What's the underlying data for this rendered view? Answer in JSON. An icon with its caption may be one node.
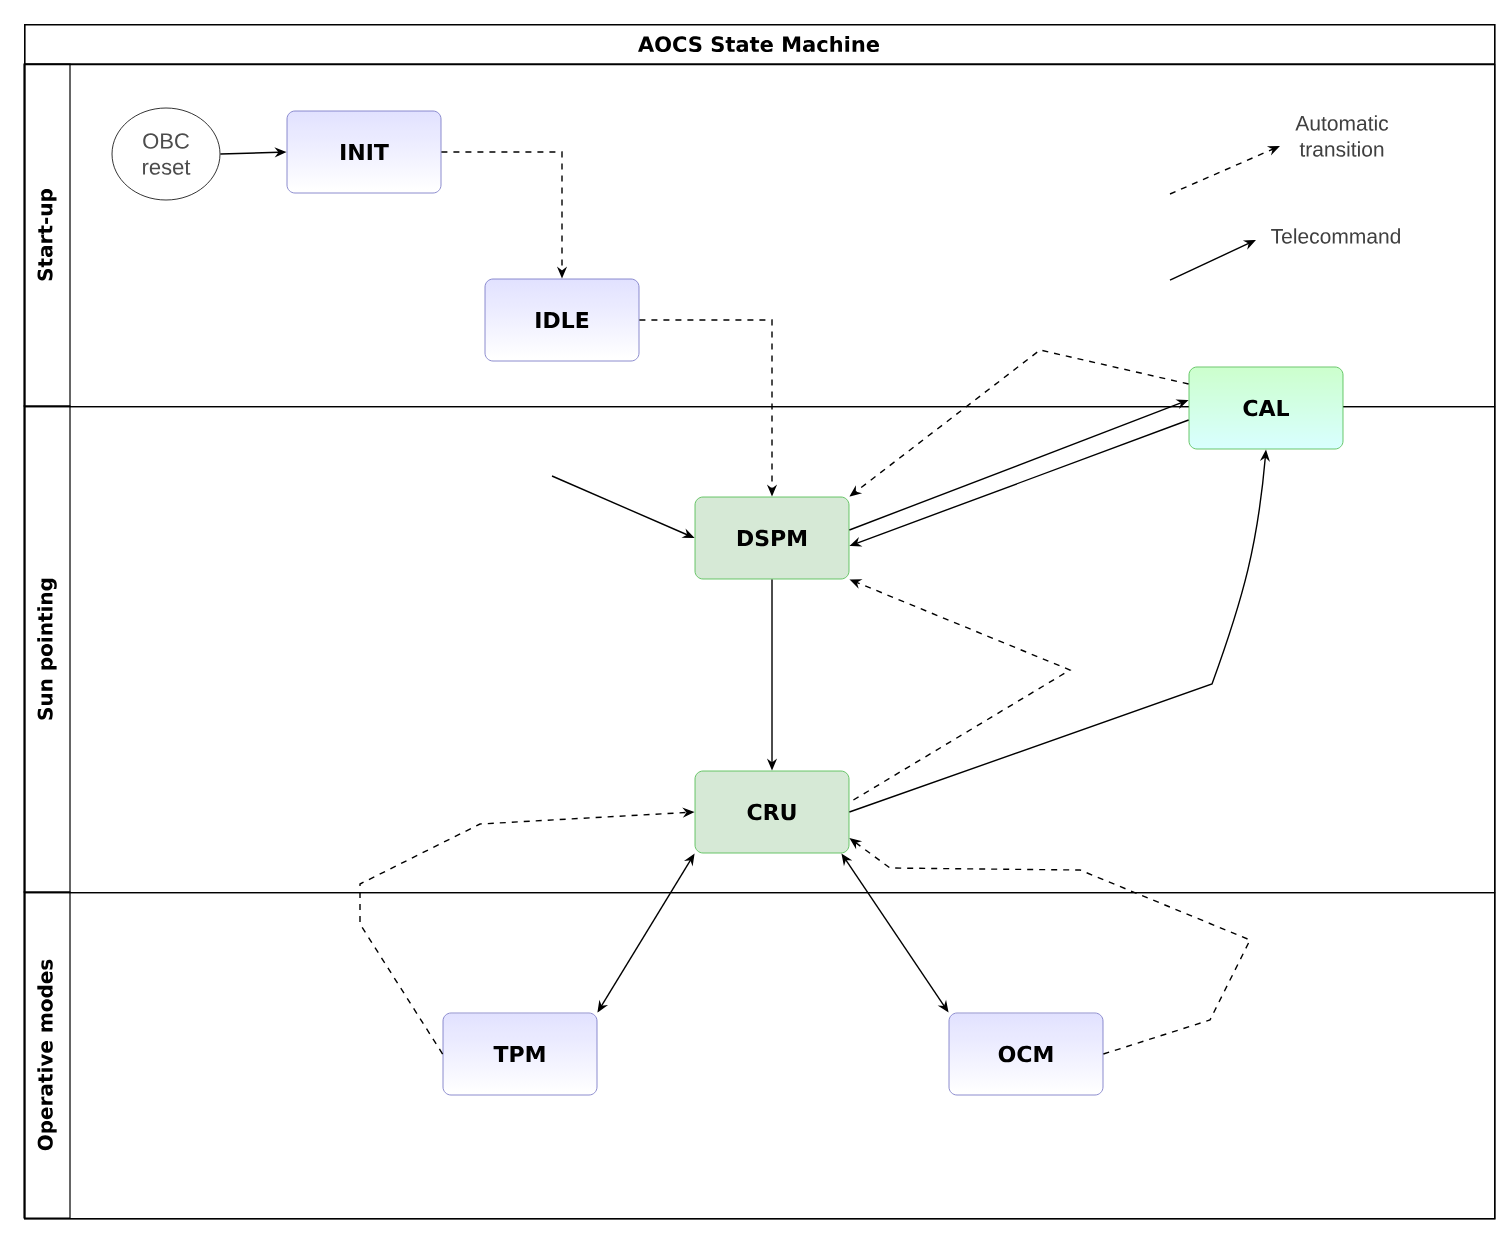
{
  "diagram": {
    "nodes": [
      {
        "text": [
          "AOCS State Machine"
        ]
      },
      {
        "text": [
          "Start-up"
        ],
        "in": 0
      },
      {
        "text": [
          "OBC reset"
        ],
        "in": 1
      },
      {
        "text": [
          "INIT"
        ],
        "in": 1
      },
      {
        "text": [
          "IDLE"
        ],
        "in": 1
      },
      {
        "text": [
          "Sun pointing"
        ],
        "in": 0
      },
      {
        "text": [
          "DSPM"
        ],
        "in": 5
      },
      {
        "text": [
          "CRU"
        ],
        "in": 5
      },
      {
        "text": [
          "CAL"
        ],
        "in": 0
      },
      {
        "text": [
          "Operative modes"
        ],
        "in": 0
      },
      {
        "text": [
          "TPM"
        ],
        "in": 9
      },
      {
        "text": [
          "OCM"
        ],
        "in": 9
      }
    ],
    "edges": [
      {
        "from": 2,
        "to": 3,
        "arrow": "to"
      },
      {
        "from": 3,
        "to": 4,
        "arrow": "to",
        "style": "dashed"
      },
      {
        "from": 4,
        "to": 6,
        "arrow": "to",
        "style": "dashed"
      },
      {
        "from": null,
        "to": 6,
        "arrow": "to"
      },
      {
        "from": 6,
        "to": 8,
        "arrow": "to"
      },
      {
        "from": 8,
        "to": 6,
        "arrow": "to"
      },
      {
        "from": 8,
        "to": 6,
        "arrow": "to",
        "style": "dashed"
      },
      {
        "from": 6,
        "to": 7,
        "arrow": "to"
      },
      {
        "from": 7,
        "to": 8,
        "arrow": "to"
      },
      {
        "from": 7,
        "to": 6,
        "arrow": "to",
        "style": "dashed"
      },
      {
        "from": 10,
        "to": 7,
        "arrow": "to",
        "style": "dashed"
      },
      {
        "from": 7,
        "to": 10,
        "arrow": "both"
      },
      {
        "from": 7,
        "to": 11,
        "arrow": "both"
      },
      {
        "from": 11,
        "to": 7,
        "arrow": "to",
        "style": "dashed"
      }
    ],
    "legend": [
      {
        "text": "Automatic transition"
      },
      {
        "text": "Telecommand"
      }
    ]
  }
}
